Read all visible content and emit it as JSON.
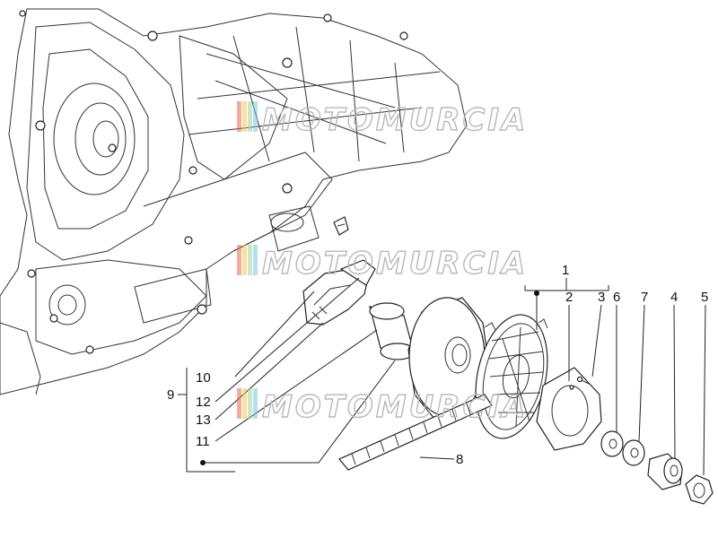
{
  "watermark": {
    "text": "MOTOMURCIA",
    "stripe_colors": [
      "#e46a5a",
      "#f2c94c",
      "#9fd39b",
      "#7fc7d9"
    ]
  },
  "callouts": {
    "c1": "1",
    "c2": "2",
    "c3": "3",
    "c4": "4",
    "c5": "5",
    "c6": "6",
    "c7": "7",
    "c8": "8",
    "c9": "9",
    "c10": "10",
    "c11": "11",
    "c12": "12",
    "c13": "13"
  },
  "colors": {
    "line": "#222222",
    "background": "#ffffff"
  }
}
